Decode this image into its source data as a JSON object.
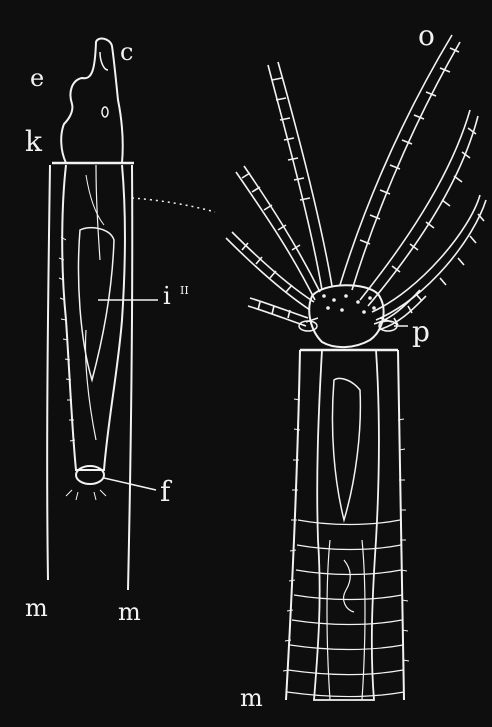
{
  "figure": {
    "labels": {
      "c": "c",
      "e": "e",
      "k": "k",
      "i": "i",
      "i_superscript": "II",
      "f": "f",
      "m_left_1": "m",
      "m_left_2": "m",
      "o": "o",
      "p": "p",
      "m_right": "m"
    },
    "colors": {
      "background": "#0e0e0e",
      "ink": "#f2f2f2"
    }
  }
}
